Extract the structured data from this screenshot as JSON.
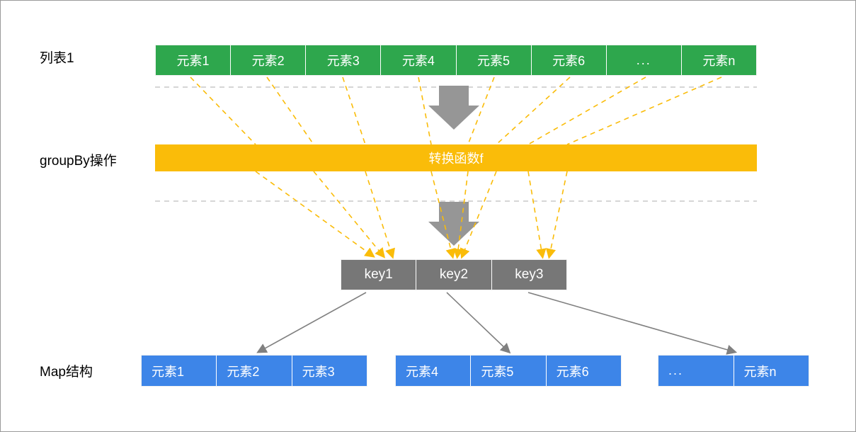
{
  "diagram": {
    "title_rows": {
      "list_label": "列表1",
      "groupby_label": "groupBy操作",
      "map_label": "Map结构"
    },
    "list_row": {
      "cells": [
        "元素1",
        "元素2",
        "元素3",
        "元素4",
        "元素5",
        "元素6",
        "...",
        "元素n"
      ],
      "color": "#2ea74d"
    },
    "function_bar": {
      "label": "转换函数f",
      "color": "#fabc09"
    },
    "keys_row": {
      "cells": [
        "key1",
        "key2",
        "key3"
      ],
      "color": "#777777"
    },
    "map_groups": [
      {
        "cells": [
          "元素1",
          "元素2",
          "元素3"
        ]
      },
      {
        "cells": [
          "元素4",
          "元素5",
          "元素6"
        ]
      },
      {
        "cells": [
          "...",
          "元素n"
        ]
      }
    ],
    "map_color": "#3d85e8",
    "connector_colors": {
      "dashed": "#fabc09",
      "solid": "#808080",
      "guide": "#c9c9c9"
    }
  }
}
